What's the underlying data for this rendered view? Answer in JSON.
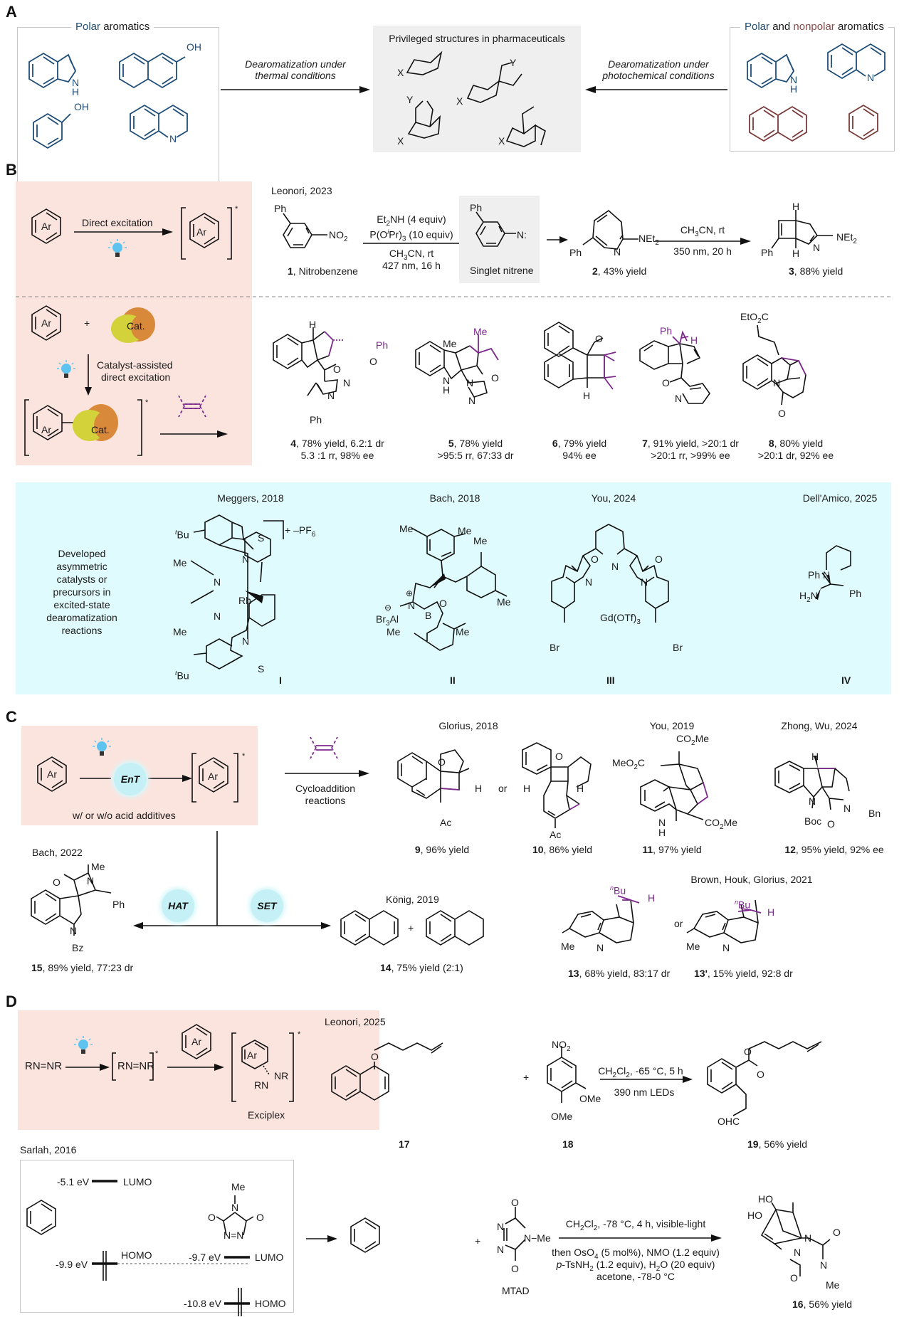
{
  "colors": {
    "polar_blue": "#1f4e79",
    "nonpolar_brown": "#8a4a4a",
    "highlight_purple": "#7b2a8c",
    "pink_box": "#fbe4de",
    "cyan_box": "#e0fbfd",
    "grey_box": "#efefef"
  },
  "sectionA": {
    "label": "A",
    "left_title_polar": "Polar",
    "left_title_rest": " aromatics",
    "left_labels": {
      "indole_nh": "N",
      "indole_h": "H",
      "naphthol_oh": "OH",
      "phenol_oh": "OH",
      "quinoline_n": "N"
    },
    "arrow_left": [
      "Dearomatization under",
      "thermal conditions"
    ],
    "center_title": "Privileged structures in pharmaceuticals",
    "center_atoms": {
      "x": "X",
      "y": "Y"
    },
    "arrow_right": [
      "Dearomatization under",
      "photochemical conditions"
    ],
    "right_title_polar": "Polar",
    "right_title_and": " and ",
    "right_title_nonpolar": "nonpolar",
    "right_title_rest": " aromatics",
    "right_labels": {
      "indole_n": "N",
      "indole_h": "H",
      "quinoline_n": "N"
    }
  },
  "sectionB": {
    "label": "B",
    "ar": "Ar",
    "direct_excitation": "Direct excitation",
    "excited_star": "*",
    "ref_leonori": "Leonori, 2023",
    "sm_ph": "Ph",
    "sm_no2": "NO",
    "sm_no2_sub": "2",
    "sm_label_num": "1",
    "sm_label": ", Nitrobenzene",
    "cond1": {
      "l1a": "Et",
      "l1sub": "2",
      "l1b": "NH (4 equiv)",
      "l2a": "P(O",
      "l2sup": "i",
      "l2b": "Pr)",
      "l2sub": "3",
      "l2c": " (10 equiv)",
      "l3a": "CH",
      "l3sub": "3",
      "l3b": "CN, rt",
      "l4": "427 nm, 16 h"
    },
    "nitrene_ph": "Ph",
    "nitrene_n": "N:",
    "nitrene_label": "Singlet nitrene",
    "p2_ph": "Ph",
    "p2_n": "N",
    "p2_net": "NEt",
    "p2_net_sub": "2",
    "p2_num": "2",
    "p2_label": ", 43% yield",
    "cond2": {
      "l1a": "CH",
      "l1sub": "3",
      "l1b": "CN, rt",
      "l2": "350 nm, 20 h"
    },
    "p3_h": "H",
    "p3_ph": "Ph",
    "p3_n": "N",
    "p3_net": "NEt",
    "p3_net_sub": "2",
    "p3_num": "3",
    "p3_label": ", 88% yield",
    "cat": "Cat.",
    "plus": "+",
    "catalyst_assisted": [
      "Catalyst-assisted",
      "direct excitation"
    ],
    "products": [
      {
        "num": "4",
        "label": ", 78% yield, 6.2:1 dr",
        "line2": "5.3 :1 rr, 98% ee",
        "atoms": {
          "h": "H",
          "ph": "Ph",
          "o": "O",
          "o2": "O",
          "n1": "N",
          "n2": "N",
          "ph2": "Ph"
        }
      },
      {
        "num": "5",
        "label": ", 78% yield",
        "line2": ">95:5 rr, 67:33 dr",
        "atoms": {
          "me1": "Me",
          "me2": "Me",
          "o": "O",
          "nh": "N",
          "h": "H",
          "n1": "N",
          "n2": "N"
        }
      },
      {
        "num": "6",
        "label": ", 79% yield",
        "line2": "94% ee",
        "atoms": {
          "o": "O",
          "h": "H"
        }
      },
      {
        "num": "7",
        "label": ", 91% yield, >20:1 dr",
        "line2": ">20:1 rr, >99% ee",
        "atoms": {
          "ph": "Ph",
          "h": "H",
          "o": "O",
          "n": "N"
        }
      },
      {
        "num": "8",
        "label": ", 80% yield",
        "line2": ">20:1 dr, 92% ee",
        "atoms": {
          "eto2c": "EtO",
          "eto2c_sub": "2",
          "eto2c_c": "C",
          "n": "N",
          "o": "O"
        }
      }
    ],
    "catalysts_desc": [
      "Developed",
      "asymmetric",
      "catalysts or",
      "precursors in",
      "excited-state",
      "dearomatization",
      "reactions"
    ],
    "catalysts": [
      {
        "ref": "Meggers, 2018",
        "id": "I",
        "atoms": {
          "tbu_sup": "t",
          "tbu": "Bu",
          "s": "S",
          "n": "N",
          "me": "Me",
          "rh": "Rh",
          "pf6": "+ –PF",
          "pf6_sub": "6"
        }
      },
      {
        "ref": "Bach, 2018",
        "id": "II",
        "atoms": {
          "me": "Me",
          "n": "N",
          "o": "O",
          "b": "B",
          "br3al": "Br",
          "br3al_sub": "3",
          "br3al_b": "Al",
          "plus": "⊕",
          "minus": "⊖"
        }
      },
      {
        "ref": "You, 2024",
        "id": "III",
        "atoms": {
          "o": "O",
          "n": "N",
          "br": "Br",
          "gd": "Gd(OTf)",
          "gd_sub": "3"
        }
      },
      {
        "ref": "Dell'Amico, 2025",
        "id": "IV",
        "atoms": {
          "ph": "Ph",
          "n": "N",
          "h2n": "H",
          "h2n_sub": "2",
          "h2n_b": "N"
        }
      }
    ]
  },
  "sectionC": {
    "label": "C",
    "ar": "Ar",
    "ent": "EnT",
    "star": "*",
    "acid_additives": "w/ or w/o acid additives",
    "cycloaddition": [
      "Cycloaddition",
      "reactions"
    ],
    "ref_glorius": "Glorius, 2018",
    "or": "or",
    "ref_you": "You, 2019",
    "ref_zhong": "Zhong, Wu, 2024",
    "products": [
      {
        "num": "9",
        "label": ", 96% yield",
        "atoms": {
          "o": "O",
          "h": "H",
          "ac": "Ac"
        }
      },
      {
        "num": "10",
        "label": ", 86% yield",
        "atoms": {
          "o": "O",
          "h": "H",
          "ac": "Ac"
        }
      },
      {
        "num": "11",
        "label": ", 97% yield",
        "atoms": {
          "co2me": "CO",
          "co2me_sub": "2",
          "co2me_b": "Me",
          "meo2c": "MeO",
          "meo2c_sub": "2",
          "meo2c_b": "C",
          "n": "N",
          "h": "H"
        }
      },
      {
        "num": "12",
        "label": ", 95% yield, 92% ee",
        "atoms": {
          "h": "H",
          "n": "N",
          "boc": "Boc",
          "o": "O",
          "bn": "Bn"
        }
      }
    ],
    "hat": "HAT",
    "set": "SET",
    "ref_bach": "Bach, 2022",
    "p15": {
      "num": "15",
      "label": ", 89% yield, 77:23 dr",
      "atoms": {
        "me": "Me",
        "o": "O",
        "n": "N",
        "ph": "Ph",
        "bz": "Bz"
      }
    },
    "ref_konig": "König, 2019",
    "p14": {
      "num": "14",
      "label": ", 75% yield (2:1)",
      "plus": "+"
    },
    "ref_brown": "Brown, Houk, Glorius, 2021",
    "p13": {
      "num": "13",
      "label": ", 68% yield, 83:17 dr",
      "atoms": {
        "nbu_sup": "n",
        "nbu": "Bu",
        "h": "H",
        "me": "Me",
        "n": "N"
      }
    },
    "p13b": {
      "num": "13'",
      "label": ", 15% yield, 92:8 dr",
      "atoms": {
        "nbu_sup": "n",
        "nbu": "Bu",
        "h": "H",
        "me": "Me",
        "n": "N"
      }
    }
  },
  "sectionD": {
    "label": "D",
    "azo": "RN=NR",
    "ar": "Ar",
    "star": "*",
    "rn": "RN",
    "nr": "NR",
    "exciplex": "Exciplex",
    "ref_leonori": "Leonori, 2025",
    "r17": {
      "num": "17",
      "atoms": {
        "o": "O"
      }
    },
    "plus": "+",
    "r18": {
      "num": "18",
      "atoms": {
        "no2": "NO",
        "no2_sub": "2",
        "ome": "OMe"
      }
    },
    "cond": {
      "l1a": "CH",
      "l1sub1": "2",
      "l1b": "Cl",
      "l1sub2": "2",
      "l1c": ", -65 °C, 5 h",
      "l2": "390 nm LEDs"
    },
    "p19": {
      "num": "19",
      "label": ", 56% yield",
      "atoms": {
        "o": "O",
        "ohc": "OHC"
      }
    },
    "ref_sarlah": "Sarlah, 2016",
    "mo": {
      "benz_lumo_e": "-5.1 eV",
      "benz_lumo": "LUMO",
      "benz_homo_e": "-9.9 eV",
      "benz_homo": "HOMO",
      "mtad_lumo_e": "-9.7 eV",
      "mtad_lumo": "LUMO",
      "mtad_homo_e": "-10.8 eV",
      "mtad_homo": "HOMO",
      "mtad_atoms": {
        "me": "Me",
        "n": "N",
        "o": "O",
        "nn": "N=N"
      }
    },
    "mtad": {
      "label": "MTAD",
      "atoms": {
        "o": "O",
        "n": "N",
        "nme": "N−Me"
      }
    },
    "cond2": {
      "l1a": "CH",
      "l1sub1": "2",
      "l1b": "Cl",
      "l1sub2": "2",
      "l1c": ", -78 °C, 4 h, visible-light",
      "l2a": "then OsO",
      "l2sub": "4",
      "l2b": " (5 mol%), NMO (1.2 equiv)",
      "l3a": "p",
      "l3b": "-TsNH",
      "l3sub": "2",
      "l3c": " (1.2 equiv), H",
      "l3sub2": "2",
      "l3d": "O (20 equiv)",
      "l4": "acetone, -78-0 °C"
    },
    "p16": {
      "num": "16",
      "label": ", 56% yield",
      "atoms": {
        "ho": "HO",
        "n": "N",
        "o": "O",
        "me": "Me"
      }
    }
  }
}
